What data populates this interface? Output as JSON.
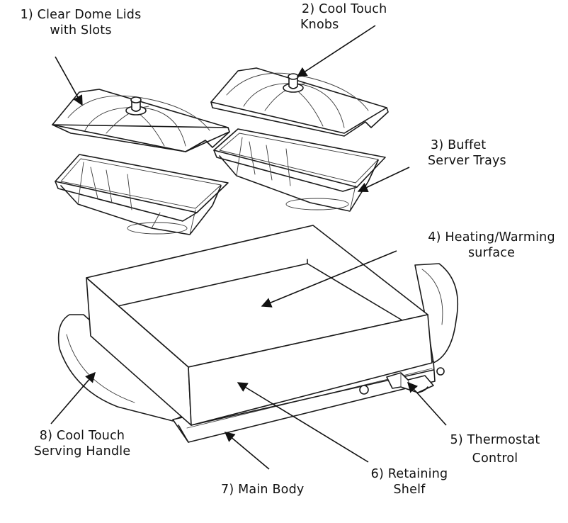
{
  "labels": {
    "lids": {
      "line1": "1)  Clear Dome Lids",
      "line2": "with Slots"
    },
    "knobs": {
      "line1": "2)  Cool Touch",
      "line2": "Knobs"
    },
    "trays": {
      "line1": "3)  Buffet",
      "line2": "Server Trays"
    },
    "surface": {
      "line1": "4)  Heating/Warming",
      "line2": "surface"
    },
    "thermostat": {
      "line1": "5)  Thermostat",
      "line2": "Control"
    },
    "shelf": {
      "line1": "6)  Retaining",
      "line2": "Shelf"
    },
    "body": {
      "line1": "7)  Main Body"
    },
    "handle": {
      "line1": "8)   Cool Touch",
      "line2": "Serving Handle"
    }
  },
  "colors": {
    "ink": "#1a1a1a",
    "background": "#ffffff"
  }
}
